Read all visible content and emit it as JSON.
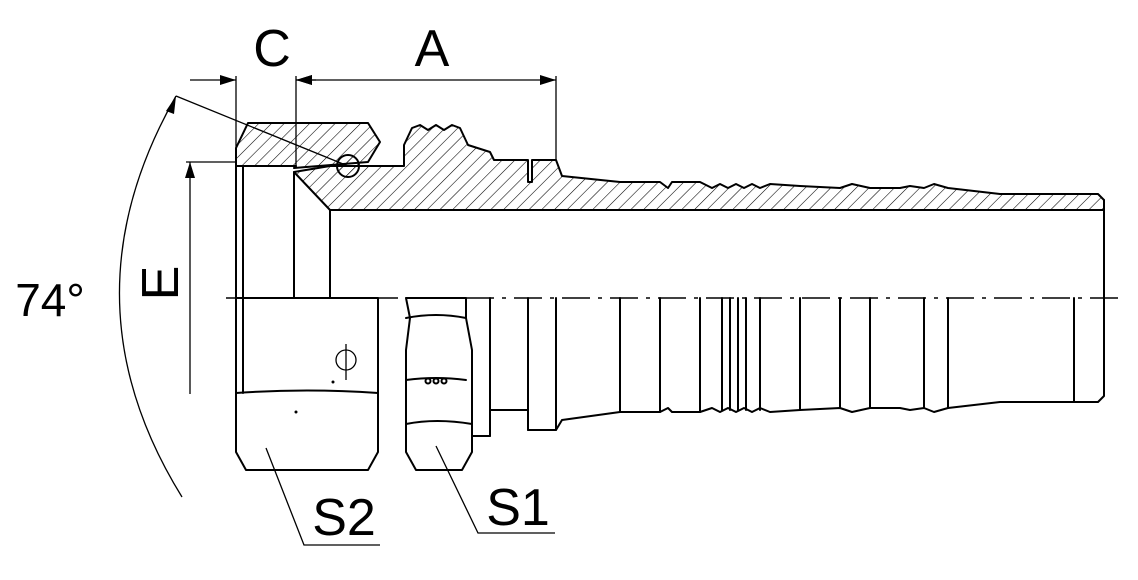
{
  "labels": {
    "dim_c": "C",
    "dim_a": "A",
    "dim_e": "E",
    "angle": "74°",
    "s2": "S2",
    "s1": "S1"
  },
  "colors": {
    "line": "#000000",
    "background": "#ffffff"
  }
}
